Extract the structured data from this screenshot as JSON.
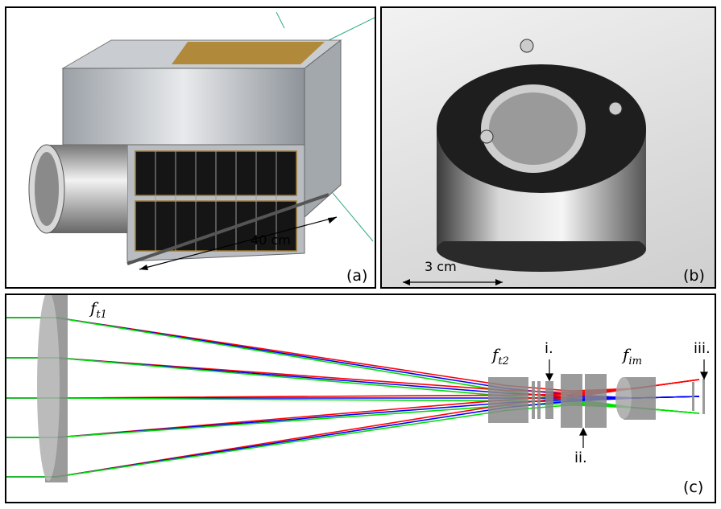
{
  "panels": {
    "a": {
      "label": "(a)",
      "scale_label": "40 cm"
    },
    "b": {
      "label": "(b)",
      "scale_label": "3 cm"
    },
    "c": {
      "label": "(c)",
      "lens_labels": {
        "ft1_base": "f",
        "ft1_sub": "t1",
        "ft2_base": "f",
        "ft2_sub": "t2",
        "fim_base": "f",
        "fim_sub": "im"
      },
      "markers": [
        "i.",
        "ii.",
        "iii."
      ]
    }
  },
  "colors": {
    "red": "#ff0000",
    "green": "#00e000",
    "blue": "#0000ff",
    "lens": "#8a8a8a"
  }
}
